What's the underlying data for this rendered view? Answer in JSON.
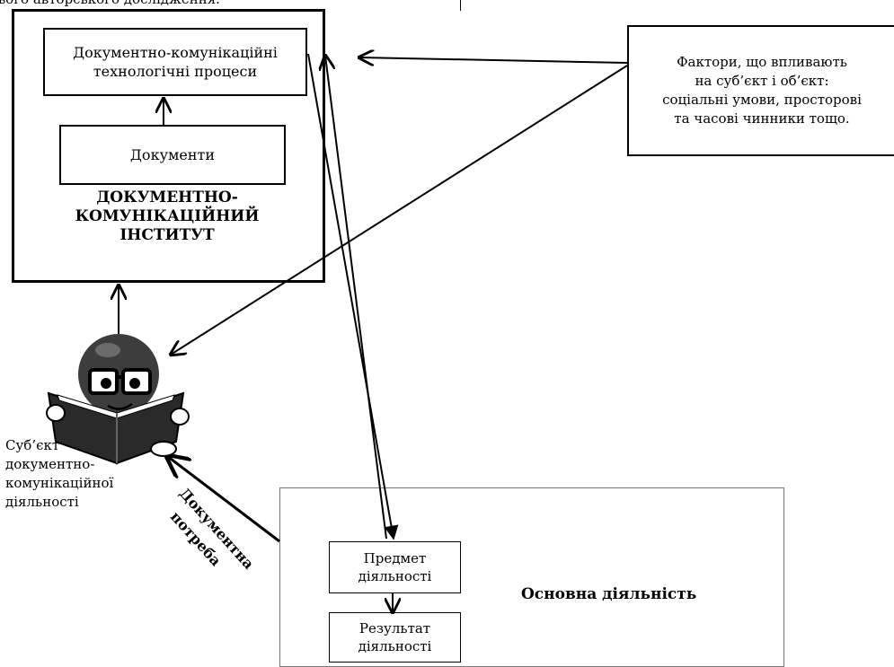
{
  "top_caption": "ього авторського дослідження.",
  "institute": {
    "processes_label": "Документно-комунікаційні\nтехнологічні процеси",
    "documents_label": "Документи",
    "title": "ДОКУМЕНТНО-\nКОМУНІКАЦІЙНИЙ\nІНСТИТУТ"
  },
  "factors_box": {
    "text": "Фактори, що впливають\nна суб’єкт і об’єкт:\nсоціальні умови, просторові\nта часові чинники тощо."
  },
  "subject_label": "Суб’єкт\nдокументно-\nкомунікаційної\nдіяльності",
  "need_label_line1": "Документна",
  "need_label_line2": "потреба",
  "activity": {
    "title": "Основна діяльність",
    "subject_box": "Предмет\nдіяльності",
    "result_box": "Результат\nдіяльності"
  },
  "icons": [
    "reading-character-icon",
    "book-icon",
    "glasses-icon"
  ]
}
